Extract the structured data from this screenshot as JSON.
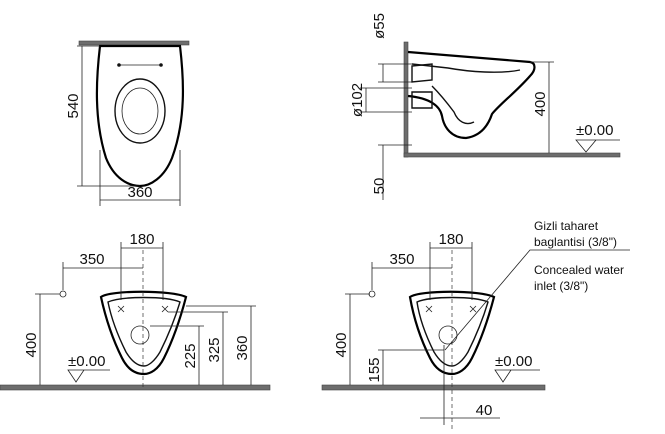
{
  "top_view": {
    "depth": "540",
    "width": "360"
  },
  "side_view": {
    "pipe_top": "ø55",
    "pipe_outlet": "ø102",
    "rim_height": "400",
    "floor_offset": "50",
    "floor_level": "±0.00"
  },
  "front_view_left": {
    "offset_350": "350",
    "offset_180": "180",
    "height_400": "400",
    "height_225": "225",
    "height_325": "325",
    "height_360": "360",
    "floor_level": "±0.00"
  },
  "front_view_right": {
    "offset_350": "350",
    "offset_180": "180",
    "height_400": "400",
    "height_155": "155",
    "width_40": "40",
    "floor_level": "±0.00",
    "note_tr_line1": "Gizli taharet",
    "note_tr_line2": "baglantisi (3/8\")",
    "note_en_line1": "Concealed water",
    "note_en_line2": "inlet (3/8\")"
  }
}
